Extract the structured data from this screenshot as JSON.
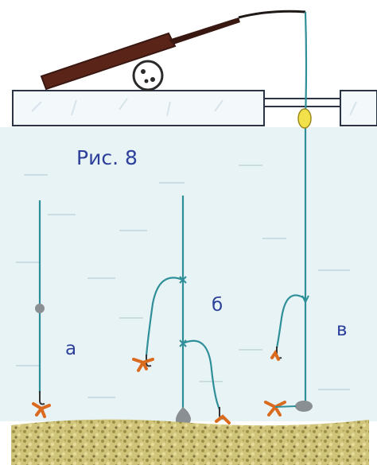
{
  "figure": {
    "title": "Рис. 8",
    "labels": {
      "a": "а",
      "b": "б",
      "v": "в"
    }
  },
  "colors": {
    "water": "#e8f3f6",
    "ice": "#f3f8fb",
    "ice_edge": "#2a3446",
    "line": "#2f8f98",
    "label": "#2c3f9a",
    "rod": "#5b2418",
    "rod_handle": "#3a1812",
    "float": "#f2e14b",
    "sinker": "#8a8f93",
    "hook_bait": "#d96a1e",
    "bottom": "#cfc47a"
  }
}
